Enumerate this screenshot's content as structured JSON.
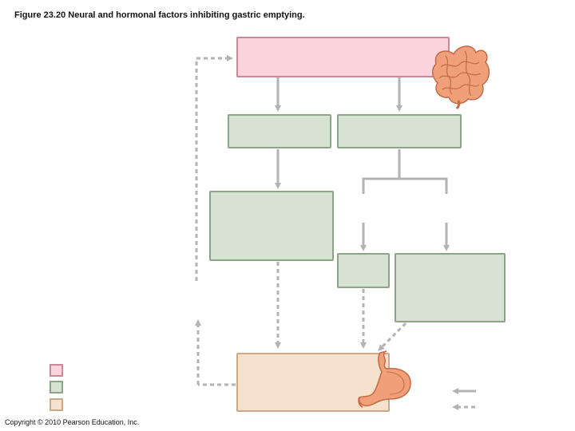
{
  "figure": {
    "title": "Figure 23.20  Neural and hormonal factors inhibiting gastric emptying.",
    "copyright": "Copyright © 2010 Pearson Education, Inc."
  },
  "colors": {
    "pink_fill": "#fbd3dc",
    "green_fill": "#d6e2d2",
    "tan_fill": "#f6e2cc",
    "arrow": "#b3b3b6"
  },
  "icons": [
    "intestine-illustration",
    "stomach-illustration"
  ]
}
